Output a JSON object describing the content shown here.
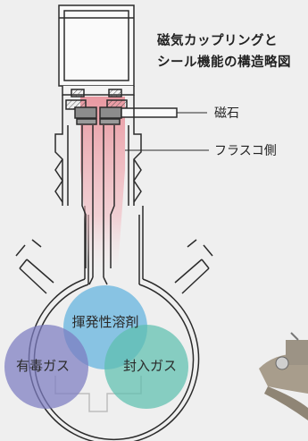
{
  "title": {
    "line1": "磁気カップリングと",
    "line2": "シール機能の構造略図"
  },
  "callouts": {
    "magnet": "磁石",
    "flask_side": "フラスコ側"
  },
  "venn": {
    "top": "揮発性溶剤",
    "left": "有毒ガス",
    "right": "封入ガス"
  },
  "colors": {
    "background": "#efefef",
    "outline": "#2b2b2b",
    "magnet_fill": "#8c8c8c",
    "flask_side_highlight": "#e88a94",
    "circle_top": "#5fb1de",
    "circle_left": "#7b7cc0",
    "circle_right": "#5dbfae"
  }
}
